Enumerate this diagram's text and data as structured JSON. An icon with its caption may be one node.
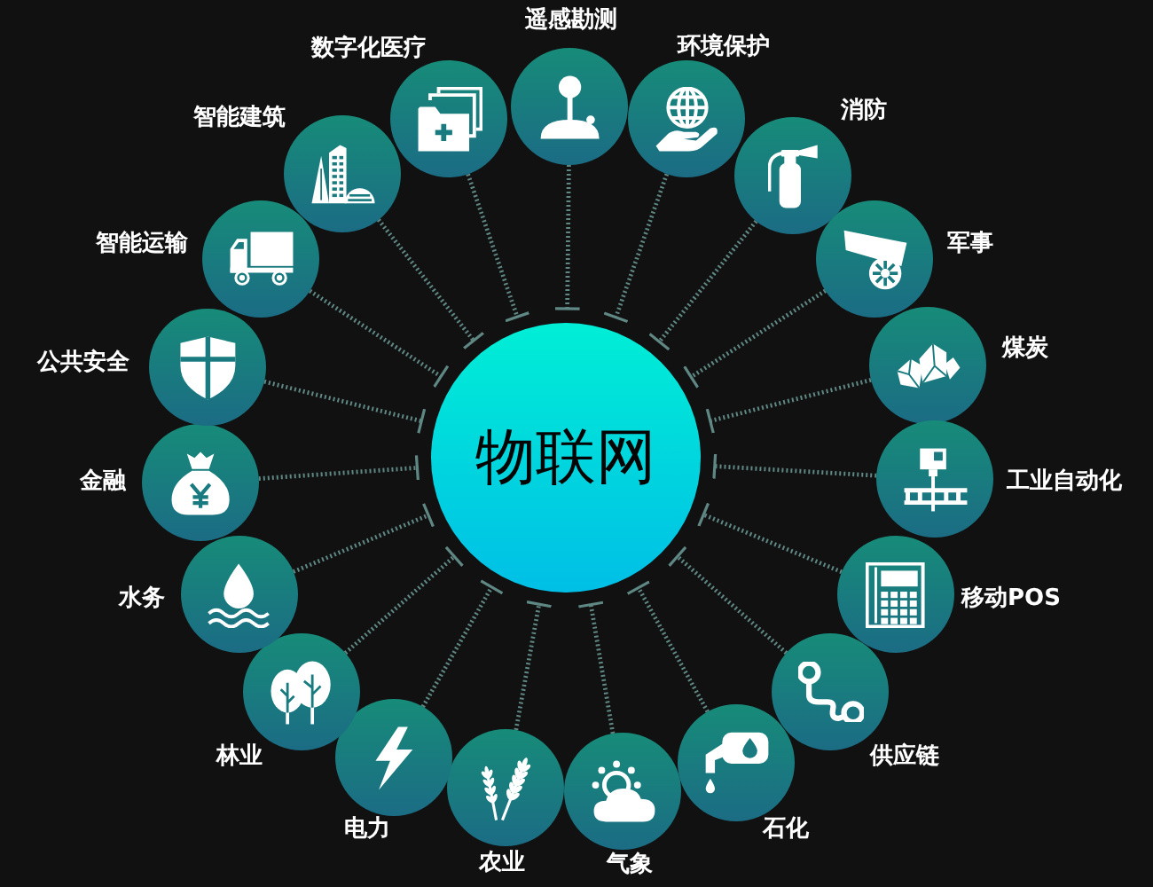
{
  "diagram": {
    "nodes": [
      {
        "text": [
          "物联网"
        ]
      },
      {
        "text": [
          "遥感勘测"
        ]
      },
      {
        "text": [
          "环境保护"
        ]
      },
      {
        "text": [
          "消防"
        ]
      },
      {
        "text": [
          "军事"
        ]
      },
      {
        "text": [
          "煤炭"
        ]
      },
      {
        "text": [
          "工业自动化"
        ]
      },
      {
        "text": [
          "移动POS"
        ]
      },
      {
        "text": [
          "供应链"
        ]
      },
      {
        "text": [
          "石化"
        ]
      },
      {
        "text": [
          "气象"
        ]
      },
      {
        "text": [
          "农业"
        ]
      },
      {
        "text": [
          "电力"
        ]
      },
      {
        "text": [
          "林业"
        ]
      },
      {
        "text": [
          "水务"
        ]
      },
      {
        "text": [
          "金融"
        ]
      },
      {
        "text": [
          "公共安全"
        ]
      },
      {
        "text": [
          "智能运输"
        ]
      },
      {
        "text": [
          "智能建筑"
        ]
      },
      {
        "text": [
          "数字化医疗"
        ]
      }
    ],
    "edges": [
      {
        "from": 1,
        "to": 0,
        "arrow": "other"
      },
      {
        "from": 2,
        "to": 0,
        "arrow": "other"
      },
      {
        "from": 3,
        "to": 0,
        "arrow": "other"
      },
      {
        "from": 4,
        "to": 0,
        "arrow": "other"
      },
      {
        "from": 5,
        "to": 0,
        "arrow": "other"
      },
      {
        "from": 6,
        "to": 0,
        "arrow": "other"
      },
      {
        "from": 7,
        "to": 0,
        "arrow": "other"
      },
      {
        "from": 8,
        "to": 0,
        "arrow": "other"
      },
      {
        "from": 9,
        "to": 0,
        "arrow": "other"
      },
      {
        "from": 10,
        "to": 0,
        "arrow": "other"
      },
      {
        "from": 11,
        "to": 0,
        "arrow": "other"
      },
      {
        "from": 12,
        "to": 0,
        "arrow": "other"
      },
      {
        "from": 13,
        "to": 0,
        "arrow": "other"
      },
      {
        "from": 14,
        "to": 0,
        "arrow": "other"
      },
      {
        "from": 15,
        "to": 0,
        "arrow": "other"
      },
      {
        "from": 16,
        "to": 0,
        "arrow": "other"
      },
      {
        "from": 17,
        "to": 0,
        "arrow": "other"
      },
      {
        "from": 18,
        "to": 0,
        "arrow": "other"
      },
      {
        "from": 19,
        "to": 0,
        "arrow": "other"
      }
    ]
  }
}
